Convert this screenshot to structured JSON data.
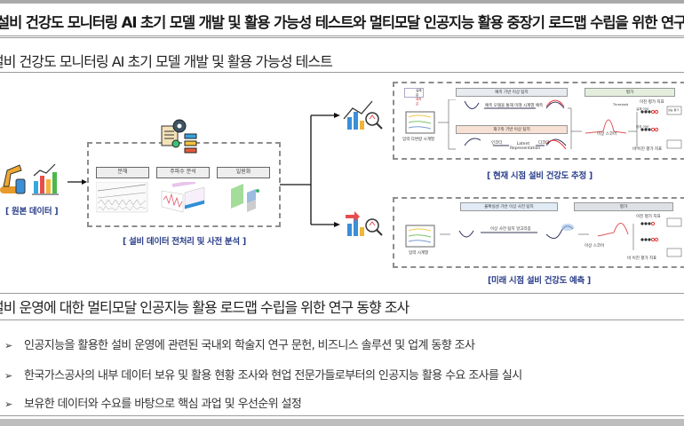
{
  "title": "설비 건강도 모니터링 AI 초기 모델 개발 및 활용 가능성 테스트와 멀티모달 인공지능 활용 중장기 로드맵 수립을 위한 연구 동향",
  "section1": {
    "heading": "설비 건강도 모니터링 AI 초기 모델 개발 및 활용 가능성 테스트",
    "raw_data_caption": "[ 원본 데이터 ]",
    "preprocess": {
      "caption": "[ 설비 데이터 전처리 및 사전 분석 ]",
      "steps": [
        "분해",
        "주파수 분석",
        "일원화"
      ]
    },
    "current": {
      "caption": "[ 현재 시점 설비 건강도 추정 ]",
      "legend": [
        "실제값",
        "예측값"
      ],
      "prediction_bar": "예측 기반 이상 탐지",
      "evaluation_bar": "평가",
      "reconstruction_bar": "재구축 기반 이상 탐지",
      "input_label": "입력 다변량 시계열",
      "prediction_arrow": "예측 모델을 통해 미래 시계열 예측",
      "encoder": "인코더",
      "latent": "Latent Representation",
      "decoder": "디코더",
      "anomaly_score": "이상 스코어",
      "threshold": "Threshold",
      "binary_metric": "이진 평가 지표",
      "nonbinary_metric": "비 이진 평가 지표",
      "actual_anomaly": "실제 이상",
      "detected_anomaly": "탐지 이상",
      "perf": "성능 평가"
    },
    "future": {
      "caption": "[미래 시점 설비 건강도 예측 ]",
      "uncertainty_bar": "불확실성 기반 이상 사전 탐지",
      "evaluation_bar": "평가",
      "input_label": "입력 시계열",
      "algo_arrow": "이상 사전 탐지 알고리즘",
      "anomaly_score": "이상 스코어",
      "binary_metric": "이진 평가 지표",
      "nonbinary_metric": "비 이진 평가 지표"
    }
  },
  "section2": {
    "heading": "설비 운영에 대한 멀티모달 인공지능 활용 로드맵 수립을 위한 연구 동향 조사",
    "bullet_glyph": "➢",
    "bullets": [
      "인공지능을 활용한 설비 운영에 관련된 국내외 학술지 연구 문헌, 비즈니스 솔루션 및 업계 동향 조사",
      "한국가스공사의 내부 데이터 보유 및 활용 현황 조사와 현업 전문가들로부터의 인공지능 활용 수요 조사를 실시",
      "보유한 데이터와 수요를 바탕으로 핵심 과업 및 우선순위 설정"
    ]
  }
}
